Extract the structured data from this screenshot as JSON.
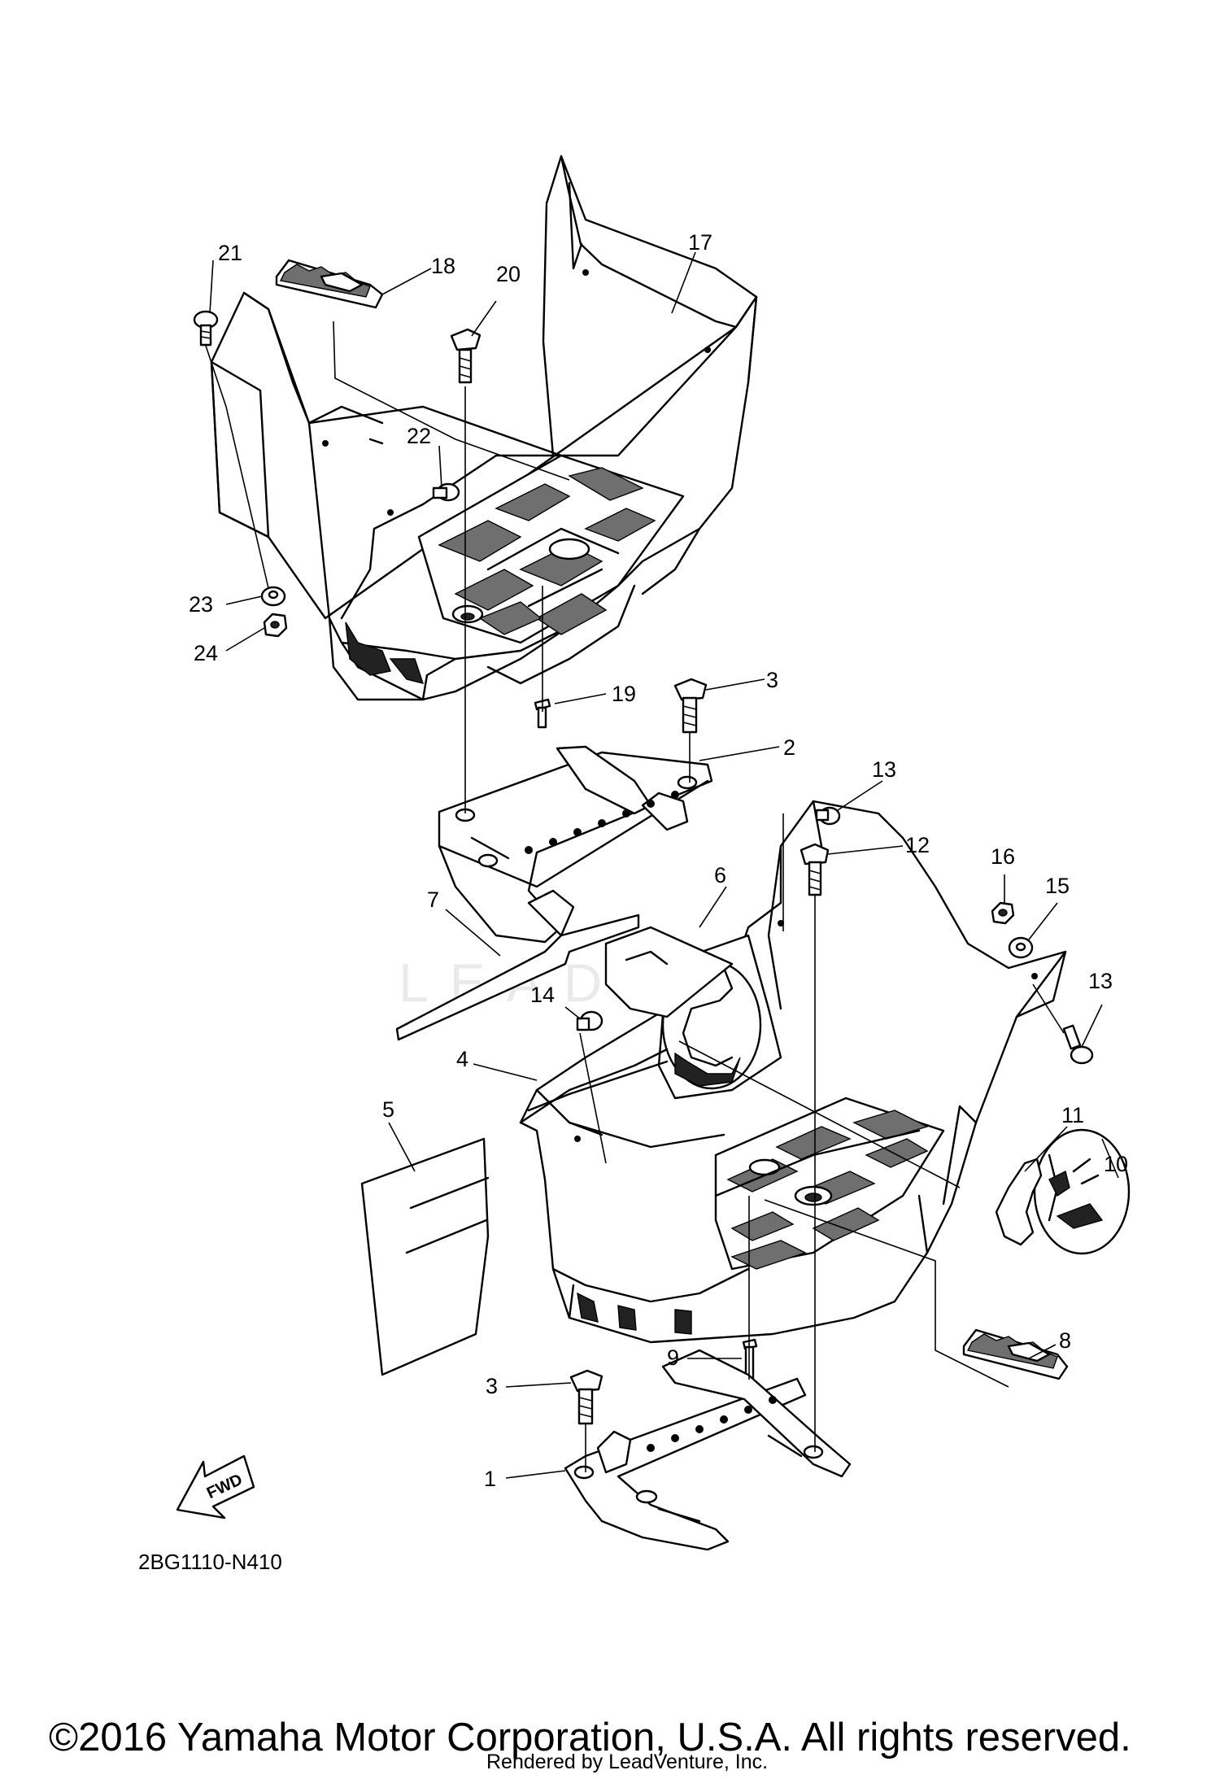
{
  "callouts": [
    {
      "n": "1",
      "label": "1"
    },
    {
      "n": "2",
      "label": "2"
    },
    {
      "n": "3",
      "label": "3"
    },
    {
      "n": "3b",
      "label": "3"
    },
    {
      "n": "4",
      "label": "4"
    },
    {
      "n": "5",
      "label": "5"
    },
    {
      "n": "6",
      "label": "6"
    },
    {
      "n": "7",
      "label": "7"
    },
    {
      "n": "8",
      "label": "8"
    },
    {
      "n": "9",
      "label": "9"
    },
    {
      "n": "10",
      "label": "10"
    },
    {
      "n": "11",
      "label": "11"
    },
    {
      "n": "12",
      "label": "12"
    },
    {
      "n": "13",
      "label": "13"
    },
    {
      "n": "13b",
      "label": "13"
    },
    {
      "n": "14",
      "label": "14"
    },
    {
      "n": "15",
      "label": "15"
    },
    {
      "n": "16",
      "label": "16"
    },
    {
      "n": "17",
      "label": "17"
    },
    {
      "n": "18",
      "label": "18"
    },
    {
      "n": "19",
      "label": "19"
    },
    {
      "n": "20",
      "label": "20"
    },
    {
      "n": "21",
      "label": "21"
    },
    {
      "n": "22",
      "label": "22"
    },
    {
      "n": "23",
      "label": "23"
    },
    {
      "n": "24",
      "label": "24"
    }
  ],
  "fwd_label": "FWD",
  "diagram_code": "2BG1110-N410",
  "watermark": "LEADVENTURE",
  "copyright": "©2016 Yamaha Motor Corporation, U.S.A. All rights reserved.",
  "rendered_by": "Rendered by LeadVenture, Inc.",
  "icons": [
    "fwd-arrow-icon"
  ]
}
